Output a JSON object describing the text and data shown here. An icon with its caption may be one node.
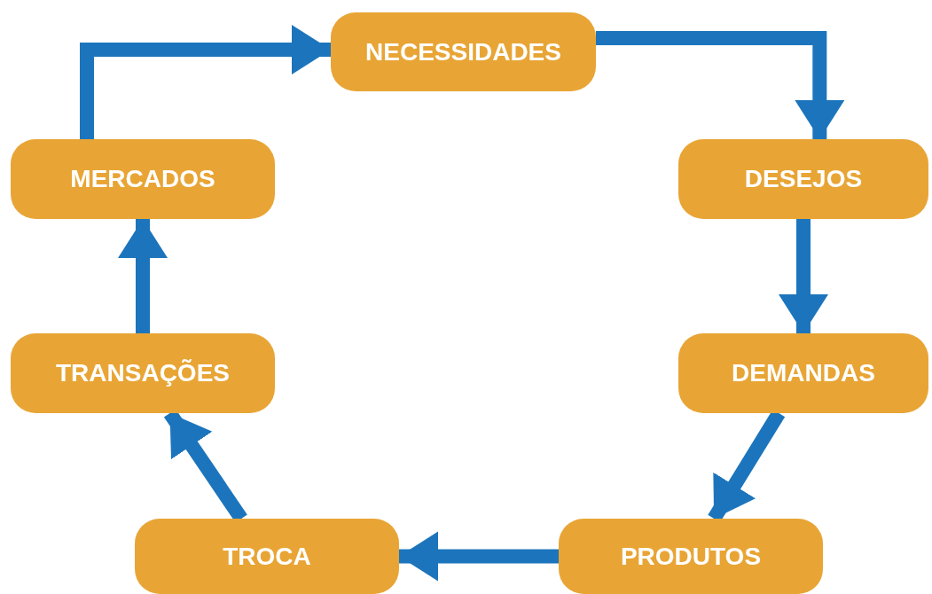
{
  "diagram": {
    "nodes": [
      {
        "text": [
          "NECESSIDADES"
        ]
      },
      {
        "text": [
          "DESEJOS"
        ]
      },
      {
        "text": [
          "DEMANDAS"
        ]
      },
      {
        "text": [
          "PRODUTOS"
        ]
      },
      {
        "text": [
          "TROCA"
        ]
      },
      {
        "text": [
          "TRANSAÇÕES"
        ]
      },
      {
        "text": [
          "MERCADOS"
        ]
      }
    ],
    "edges": [
      {
        "from": 0,
        "to": 1,
        "arrow": "to"
      },
      {
        "from": 1,
        "to": 2,
        "arrow": "to"
      },
      {
        "from": 2,
        "to": 3,
        "arrow": "to"
      },
      {
        "from": 3,
        "to": 4,
        "arrow": "to"
      },
      {
        "from": 4,
        "to": 5,
        "arrow": "to"
      },
      {
        "from": 5,
        "to": 6,
        "arrow": "to"
      },
      {
        "from": 6,
        "to": 0,
        "arrow": "to"
      }
    ]
  }
}
